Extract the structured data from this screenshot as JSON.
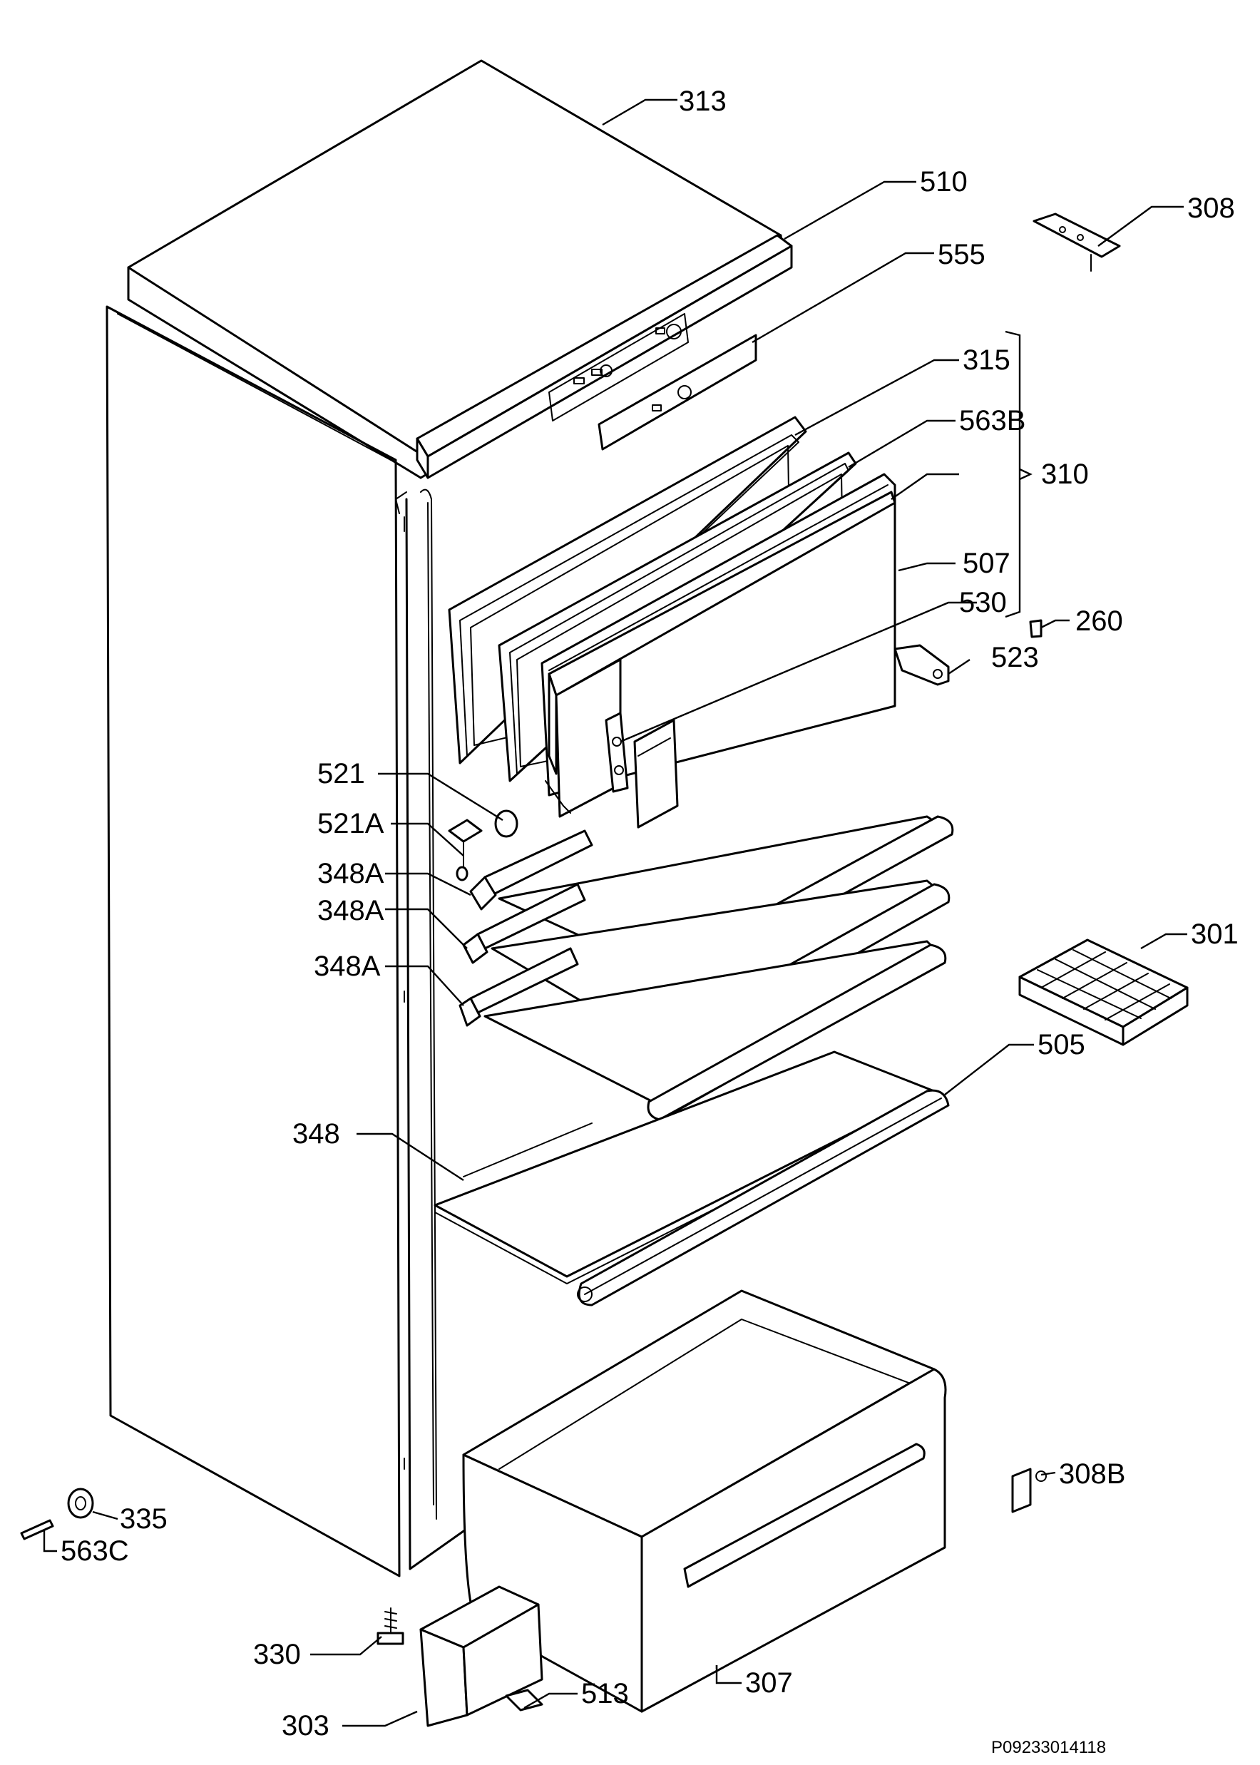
{
  "diagram": {
    "labels": {
      "l313": "313",
      "l510": "510",
      "l308": "308",
      "l555": "555",
      "l315": "315",
      "l563b": "563B",
      "l310": "310",
      "l507": "507",
      "l530": "530",
      "l260": "260",
      "l523": "523",
      "l521": "521",
      "l521a": "521A",
      "l348a_1": "348A",
      "l348a_2": "348A",
      "l348a_3": "348A",
      "l301": "301",
      "l505": "505",
      "l348": "348",
      "l308b": "308B",
      "l335": "335",
      "l563c": "563C",
      "l330": "330",
      "l307": "307",
      "l513": "513",
      "l303": "303"
    },
    "drawing_code": "P09233014118"
  }
}
